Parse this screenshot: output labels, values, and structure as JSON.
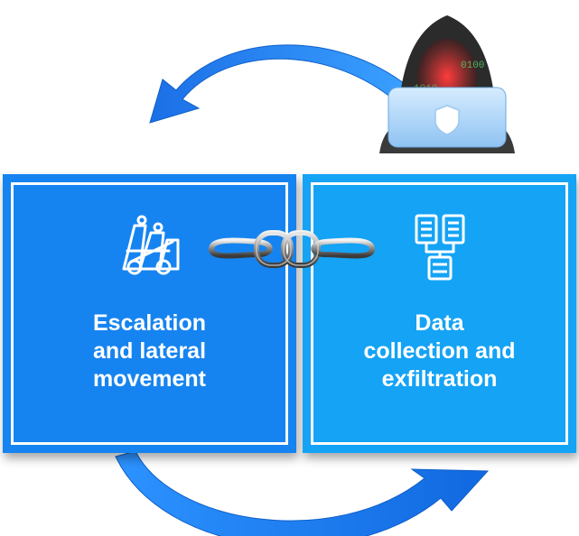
{
  "stages": [
    {
      "id": "escalation",
      "lines": [
        "Escalation",
        "and lateral",
        "movement"
      ],
      "color": "#1684f0",
      "icon": "climbing-figures-icon"
    },
    {
      "id": "collection",
      "lines": [
        "Data",
        "collection and",
        "exfiltration"
      ],
      "color": "#14a3f5",
      "icon": "documents-tree-icon"
    }
  ],
  "decorations": {
    "attacker": "hacker-with-laptop-icon",
    "link": "chain-link-icon",
    "arrow_color": "#1a7ff0"
  }
}
